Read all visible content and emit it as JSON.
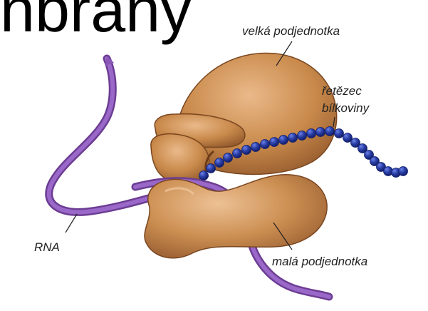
{
  "heading": "nbrány",
  "labels": {
    "large_subunit": "velká podjednotka",
    "protein_chain_line1": "řetězec",
    "protein_chain_line2": "bílkoviny",
    "rna": "RNA",
    "small_subunit": "malá podjednotka"
  },
  "colors": {
    "ribosome_base": "#c98a4b",
    "ribosome_shadow": "#9a5d2c",
    "ribosome_highlight": "#e6b582",
    "rna_ribbon": "#8a57b8",
    "rna_ribbon_dark": "#5f347f",
    "protein_bead": "#2a3fa8",
    "protein_bead_dark": "#121f6b"
  }
}
